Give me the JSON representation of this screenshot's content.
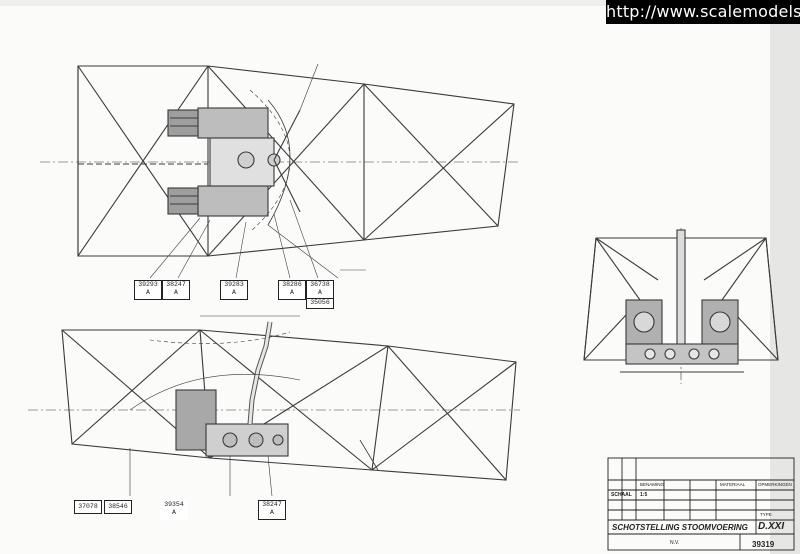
{
  "watermark": {
    "text": "http://www.scalemodels.ru"
  },
  "part_refs_top": [
    {
      "num": "39293",
      "suffix": "A"
    },
    {
      "num": "38247",
      "suffix": "A"
    },
    {
      "num": "39283",
      "suffix": "A"
    },
    {
      "num": "38286",
      "suffix": "A"
    },
    {
      "num": "36738",
      "suffix": "A"
    }
  ],
  "part_ref_mid": {
    "num": "35056"
  },
  "part_refs_bottom": [
    {
      "num": "37078"
    },
    {
      "num": "38546"
    },
    {
      "num": "39354",
      "suffix": "A"
    },
    {
      "num": "38247",
      "suffix": "A"
    }
  ],
  "title_block": {
    "col_headers": [
      "BENAMING",
      "MATERIAAL",
      "OPMERKINGEN"
    ],
    "schaal_label": "SCHAAL",
    "schaal_value": "1:5",
    "title": "SCHOTSTELLING STOOMVOERING",
    "nv_label": "N.V.",
    "type_label": "TYPE",
    "type_value": "D.XXI",
    "drawing_number": "39319"
  }
}
